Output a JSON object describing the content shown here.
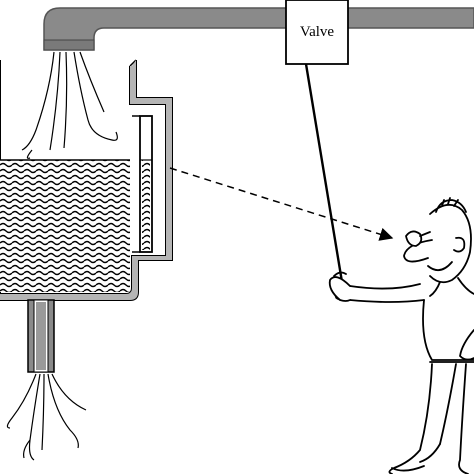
{
  "diagram": {
    "valve_label": "Valve"
  },
  "colors": {
    "ink": "#000000",
    "paper": "#ffffff",
    "pipe_fill": "#8a8a8a",
    "pipe_stroke": "#555555",
    "tank_wall": "#b5b5b5"
  },
  "icons": {
    "valve": "valve-box",
    "sight_glass": "level-gauge-tube",
    "person": "observer-figure"
  }
}
